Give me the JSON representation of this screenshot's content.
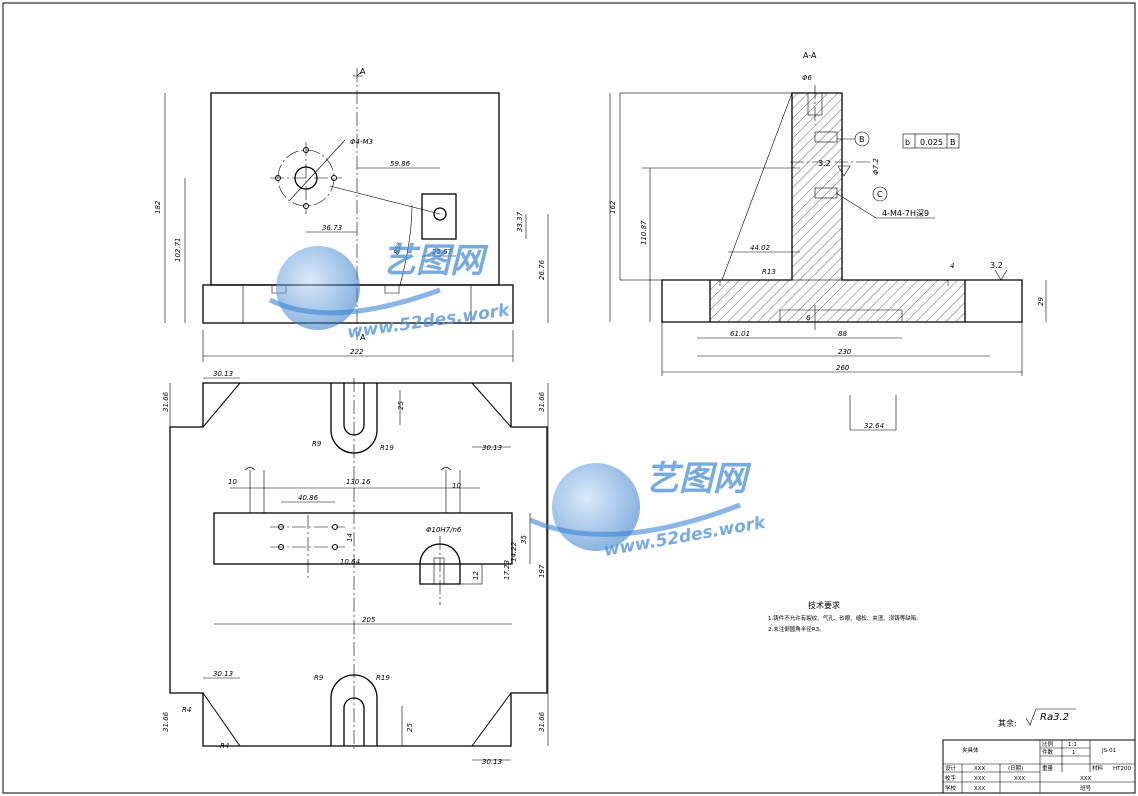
{
  "views": {
    "section_label": "A-A",
    "cut_label_top": "A",
    "cut_label_bottom": "A"
  },
  "dims_front": {
    "h182": "182",
    "h102": "102.71",
    "w222": "222",
    "r36": "36.73",
    "d59": "59.86",
    "d33": "33.37",
    "d26": "26.76",
    "d25": "25.67",
    "ang": "85°",
    "phi": "Φ4-Μ3"
  },
  "dims_section": {
    "h162": "162",
    "h110": "110.87",
    "d44": "44.02",
    "r13": "R13",
    "d29": "29",
    "d61": "61.01",
    "d88": "88",
    "d230": "230",
    "d260": "260",
    "d6": "6",
    "d4": "4",
    "ra": "3.2",
    "tol": "0.025",
    "datum_b": "B",
    "datum_c": "C",
    "sym_b": "b",
    "thread": "4-M4-7H深9",
    "d3264": "32.64",
    "top": "Φ6",
    "side": "Φ7.2"
  },
  "dims_plan": {
    "d3013": "30.13",
    "d3166": "31.66",
    "d25": "25",
    "r9": "R9",
    "r19": "R19",
    "d10": "10",
    "d13016": "130.16",
    "d4086": "40.86",
    "d14": "14",
    "d1064": "10.64",
    "d205": "205",
    "d35": "35",
    "d197": "197",
    "fit": "Φ10H7/n6",
    "d12": "12",
    "d1723": "17.23",
    "d1422": "14.22",
    "r4": "R4"
  },
  "notes": {
    "title": "技术要求",
    "line1": "1.铸件不允许有裂纹、气孔、砂眼、缩松、夹渣、浇铸等缺陷;",
    "line2": "2.未注倒圆角半径R3。",
    "rest_label": "其余:",
    "rest_ra": "Ra3.2"
  },
  "title_block": {
    "part_name": "夹具体",
    "scale_label": "比例",
    "scale_value": "1:1",
    "qty_label": "件数",
    "qty_value": "1",
    "drawing_no": "JS-01",
    "design_label": "设计",
    "design_name": "XXX",
    "date_label": "(日期)",
    "weight_label": "重量",
    "material_label": "材料",
    "material_value": "HT200",
    "check_label": "校字",
    "check_name": "XXX",
    "check_name2": "XXX",
    "school_label": "学校",
    "school_name": "XXX",
    "school_value": "XXX",
    "class_label": "班号"
  },
  "watermark": {
    "brand": "艺图网",
    "url": "www.52des.work"
  }
}
